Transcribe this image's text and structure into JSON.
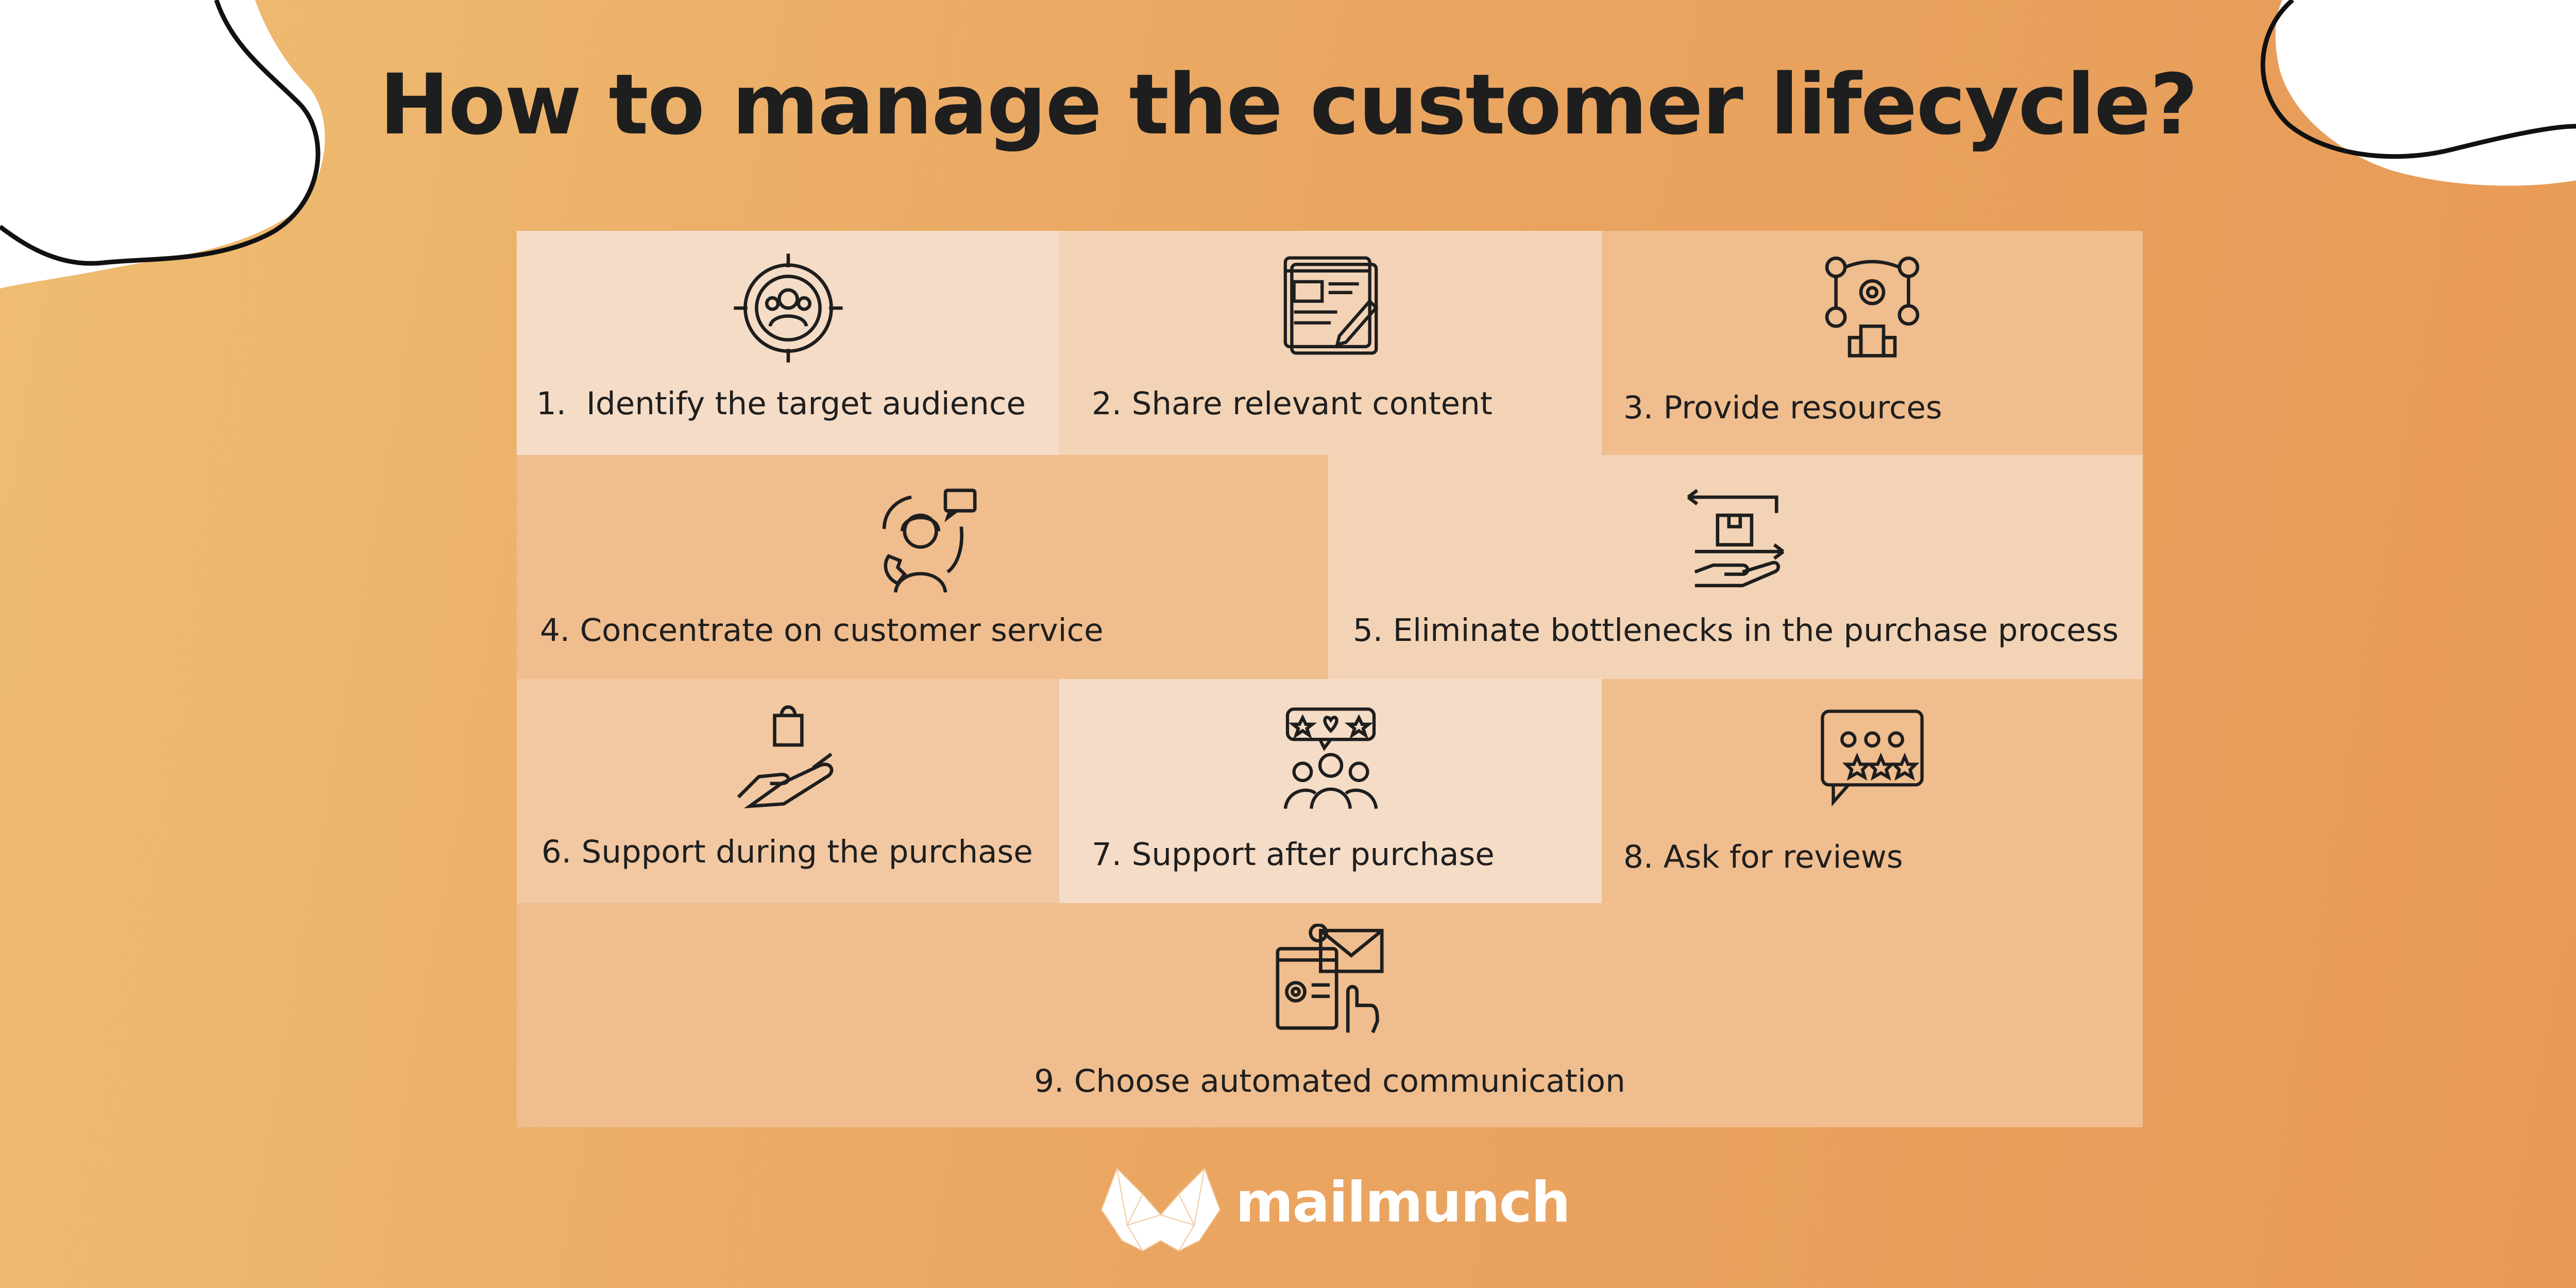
{
  "title": "How to manage the customer lifecycle?",
  "colors": {
    "background_start": "#efbd73",
    "background_end": "#e79a56",
    "cell_light": "#f5dcc6",
    "cell_mid": "#f2cda9",
    "cell_dark": "#efbd8e",
    "text": "#1e1e1e"
  },
  "steps": [
    {
      "number": "1.",
      "label": "Identify the target audience",
      "icon": "target-audience-icon"
    },
    {
      "number": "2.",
      "label": "Share relevant content",
      "icon": "content-article-icon"
    },
    {
      "number": "3.",
      "label": "Provide resources",
      "icon": "resources-network-icon"
    },
    {
      "number": "4.",
      "label": "Concentrate on customer service",
      "icon": "customer-service-icon"
    },
    {
      "number": "5.",
      "label": "Eliminate bottlenecks in the purchase process",
      "icon": "delivery-hand-icon"
    },
    {
      "number": "6.",
      "label": "Support during the purchase",
      "icon": "shopping-bag-hand-icon"
    },
    {
      "number": "7.",
      "label": "Support after purchase",
      "icon": "group-feedback-icon"
    },
    {
      "number": "8.",
      "label": "Ask for reviews",
      "icon": "review-stars-icon"
    },
    {
      "number": "9.",
      "label": "Choose automated communication",
      "icon": "automated-email-icon"
    }
  ],
  "brand": {
    "name": "mailmunch",
    "icon": "mailmunch-logo-icon"
  }
}
